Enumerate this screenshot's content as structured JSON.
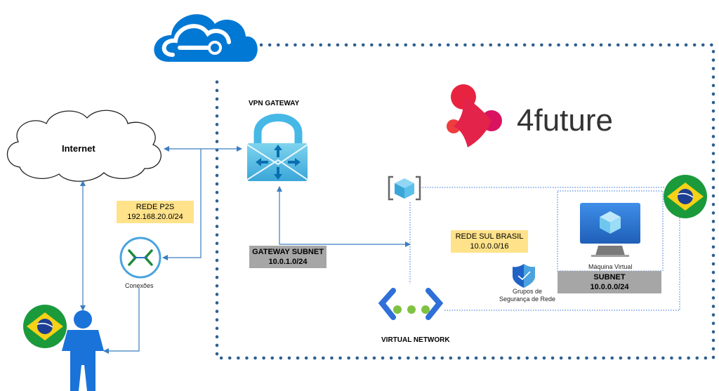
{
  "labels": {
    "internet": "Internet",
    "vpn_gateway": "VPN GATEWAY",
    "brand": "4future",
    "conexoes": "Conexões",
    "virtual_network": "VIRTUAL NETWORK",
    "maquina_virtual": "Máquina Virtual",
    "nsg_line1": "Grupos de",
    "nsg_line2": "Segurança de Rede"
  },
  "boxes": {
    "rede_p2s": {
      "title": "REDE P2S",
      "cidr": "192.168.20.0/24"
    },
    "gateway_subnet": {
      "title": "GATEWAY SUBNET",
      "cidr": "10.0.1.0/24"
    },
    "rede_sul_brasil": {
      "title": "REDE SUL BRASIL",
      "cidr": "10.0.0.0/16"
    },
    "subnet": {
      "title": "SUBNET",
      "cidr": "10.0.0.0/24"
    }
  },
  "colors": {
    "azure_blue": "#0078d4",
    "border_dots": "#2f5f8f",
    "vnet_blue": "#2e6fd8",
    "brand_red": "#e8233f",
    "connector_blue": "#3b7dbf",
    "yellow": "#ffe28a",
    "grey": "#a6a6a6",
    "flag_green": "#1b9a3c",
    "flag_yellow": "#f7d117",
    "flag_blue": "#1d3f93"
  },
  "icons": [
    "azure-cloud-icon",
    "vpn-gateway-icon",
    "internet-cloud-icon",
    "connections-icon",
    "user-icon",
    "brazil-flag-icon",
    "vnet-icon",
    "resource-group-icon",
    "virtual-machine-icon",
    "nsg-shield-icon",
    "brand-logo-icon"
  ]
}
